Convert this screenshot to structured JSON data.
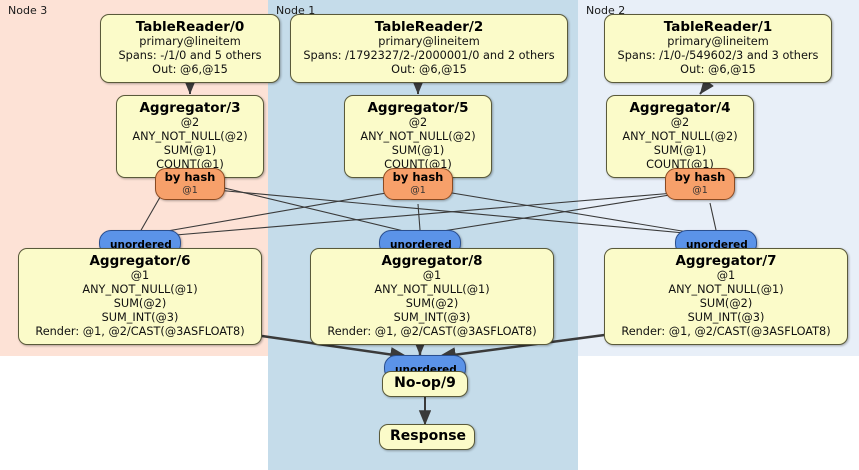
{
  "diagram": {
    "type": "distributed-query-execution-plan",
    "colors": {
      "node3_panel": "#fde2d6",
      "node1_panel": "#c5dcea",
      "node2_panel": "#e8eff8",
      "box_fill": "#fbfbc9",
      "box_border": "#5a5a3a",
      "hash_fill": "#f7a06a",
      "hash_border": "#8a4a22",
      "unordered_fill": "#5b93e8",
      "unordered_border": "#2a4f8f",
      "edge": "#3a3a3a"
    },
    "panels": [
      {
        "id": "node3",
        "label": "Node 3"
      },
      {
        "id": "node1",
        "label": "Node 1"
      },
      {
        "id": "node2",
        "label": "Node 2"
      }
    ],
    "table_readers": [
      {
        "title": "TableReader/0",
        "index": "primary@lineitem",
        "spans": "Spans: -/1/0 and 5 others",
        "out": "Out: @6,@15"
      },
      {
        "title": "TableReader/2",
        "index": "primary@lineitem",
        "spans": "Spans: /1792327/2-/2000001/0 and 2 others",
        "out": "Out: @6,@15"
      },
      {
        "title": "TableReader/1",
        "index": "primary@lineitem",
        "spans": "Spans: /1/0-/549602/3 and 3 others",
        "out": "Out: @6,@15"
      }
    ],
    "local_aggregators": [
      {
        "title": "Aggregator/3",
        "group": "@2",
        "agg1": "ANY_NOT_NULL(@2)",
        "agg2": "SUM(@1)",
        "agg3": "COUNT(@1)"
      },
      {
        "title": "Aggregator/5",
        "group": "@2",
        "agg1": "ANY_NOT_NULL(@2)",
        "agg2": "SUM(@1)",
        "agg3": "COUNT(@1)"
      },
      {
        "title": "Aggregator/4",
        "group": "@2",
        "agg1": "ANY_NOT_NULL(@2)",
        "agg2": "SUM(@1)",
        "agg3": "COUNT(@1)"
      }
    ],
    "hash_routers": [
      {
        "label": "by hash",
        "column": "@1"
      },
      {
        "label": "by hash",
        "column": "@1"
      },
      {
        "label": "by hash",
        "column": "@1"
      }
    ],
    "synchronizers": [
      {
        "label": "unordered"
      },
      {
        "label": "unordered"
      },
      {
        "label": "unordered"
      },
      {
        "label": "unordered"
      }
    ],
    "final_aggregators": [
      {
        "title": "Aggregator/6",
        "group": "@1",
        "agg1": "ANY_NOT_NULL(@1)",
        "agg2": "SUM(@2)",
        "agg3": "SUM_INT(@3)",
        "render": "Render: @1, @2/CAST(@3ASFLOAT8)"
      },
      {
        "title": "Aggregator/8",
        "group": "@1",
        "agg1": "ANY_NOT_NULL(@1)",
        "agg2": "SUM(@2)",
        "agg3": "SUM_INT(@3)",
        "render": "Render: @1, @2/CAST(@3ASFLOAT8)"
      },
      {
        "title": "Aggregator/7",
        "group": "@1",
        "agg1": "ANY_NOT_NULL(@1)",
        "agg2": "SUM(@2)",
        "agg3": "SUM_INT(@3)",
        "render": "Render: @1, @2/CAST(@3ASFLOAT8)"
      }
    ],
    "noop": {
      "title": "No-op/9"
    },
    "response": {
      "title": "Response"
    }
  }
}
